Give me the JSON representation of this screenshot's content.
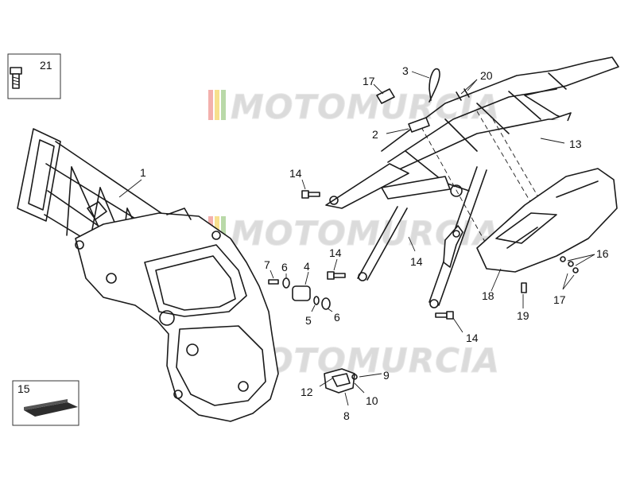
{
  "watermark": {
    "text": "MOTOMURCIA",
    "stripe_colors": [
      "#d9534f",
      "#f0c040",
      "#6aa84f"
    ]
  },
  "callouts": {
    "c1": "1",
    "c2": "2",
    "c3": "3",
    "c4": "4",
    "c5": "5",
    "c6a": "6",
    "c6b": "6",
    "c7": "7",
    "c8": "8",
    "c9": "9",
    "c10": "10",
    "c12": "12",
    "c13": "13",
    "c14a": "14",
    "c14b": "14",
    "c14c": "14",
    "c14d": "14",
    "c15": "15",
    "c16": "16",
    "c17a": "17",
    "c17b": "17",
    "c18": "18",
    "c19": "19",
    "c20": "20",
    "c21": "21"
  }
}
